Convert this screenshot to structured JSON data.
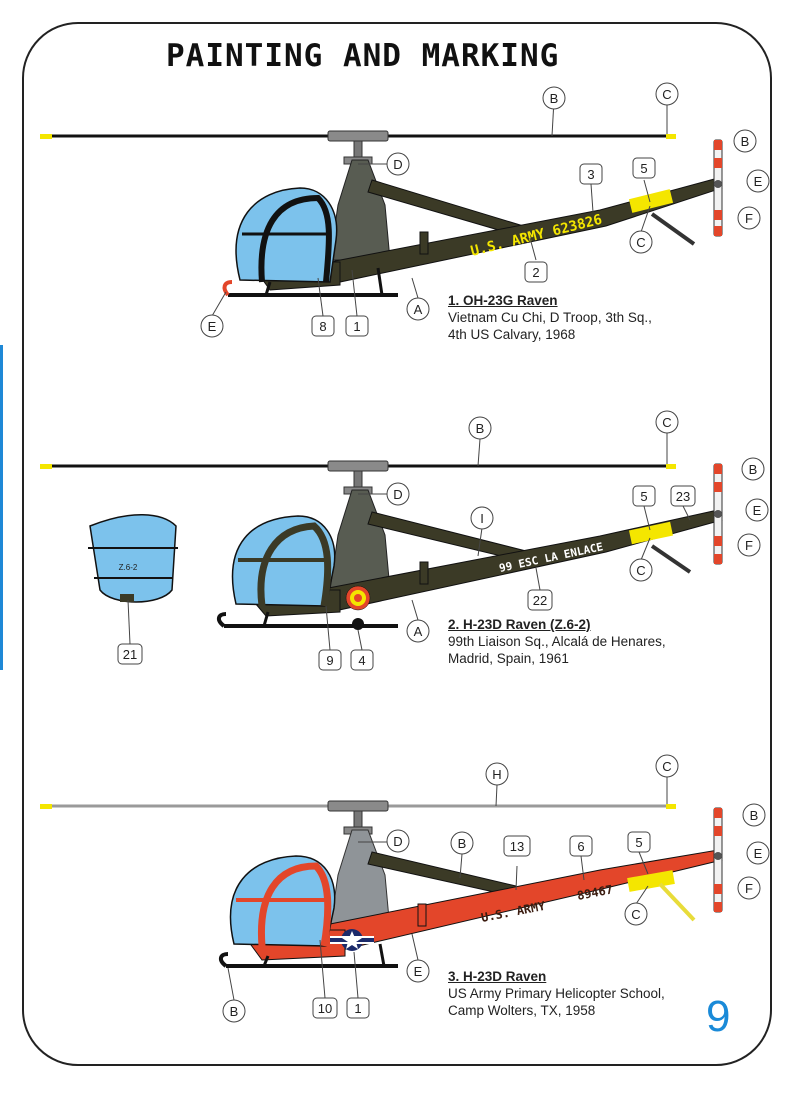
{
  "page": {
    "title": "PAINTING AND MARKING",
    "page_number": "9"
  },
  "profiles": [
    {
      "title": "1. OH-23G Raven",
      "line1": "Vietnam Cu Chi, D Troop, 3th Sq.,",
      "line2": "4th US Calvary, 1968",
      "boom_text": "U.S. ARMY  623826",
      "callouts": {
        "B": "B",
        "C1": "C",
        "C2": "C",
        "D": "D",
        "E1": "E",
        "E2": "E",
        "F": "F",
        "A": "A",
        "n3": "3",
        "n5": "5",
        "n2": "2",
        "n8": "8",
        "n1": "1"
      }
    },
    {
      "title": "2.  H-23D Raven (Z.6-2)",
      "line1": "99th Liaison Sq., Alcalá de Henares,",
      "line2": "Madrid, Spain, 1961",
      "boom_text": "99 ESC LA ENLACE",
      "front_code": "Z.6-2",
      "callouts": {
        "B1": "B",
        "C1": "C",
        "D": "D",
        "B2": "B",
        "E": "E",
        "F": "F",
        "I": "I",
        "n5": "5",
        "n23": "23",
        "C2": "C",
        "n22": "22",
        "A": "A",
        "n9": "9",
        "n4": "4",
        "n21": "21"
      }
    },
    {
      "title": "3. H-23D Raven",
      "line1": "US Army Primary Helicopter School,",
      "line2": "Camp Wolters, TX, 1958",
      "boom_text": "U.S. ARMY",
      "tail_number": "89467",
      "callouts": {
        "H": "H",
        "C1": "C",
        "D": "D",
        "B1": "B",
        "n13": "13",
        "n6": "6",
        "n5": "5",
        "B2": "B",
        "E1": "E",
        "F": "F",
        "C2": "C",
        "E2": "E",
        "B3": "B",
        "n10": "10",
        "n1": "1"
      }
    }
  ],
  "colors": {
    "olive": "#3b3a26",
    "canopy": "#7cc2ec",
    "red": "#e3462a",
    "yellow": "#f4e600",
    "grey": "#8c8c8c",
    "accent": "#1a8ad8"
  }
}
